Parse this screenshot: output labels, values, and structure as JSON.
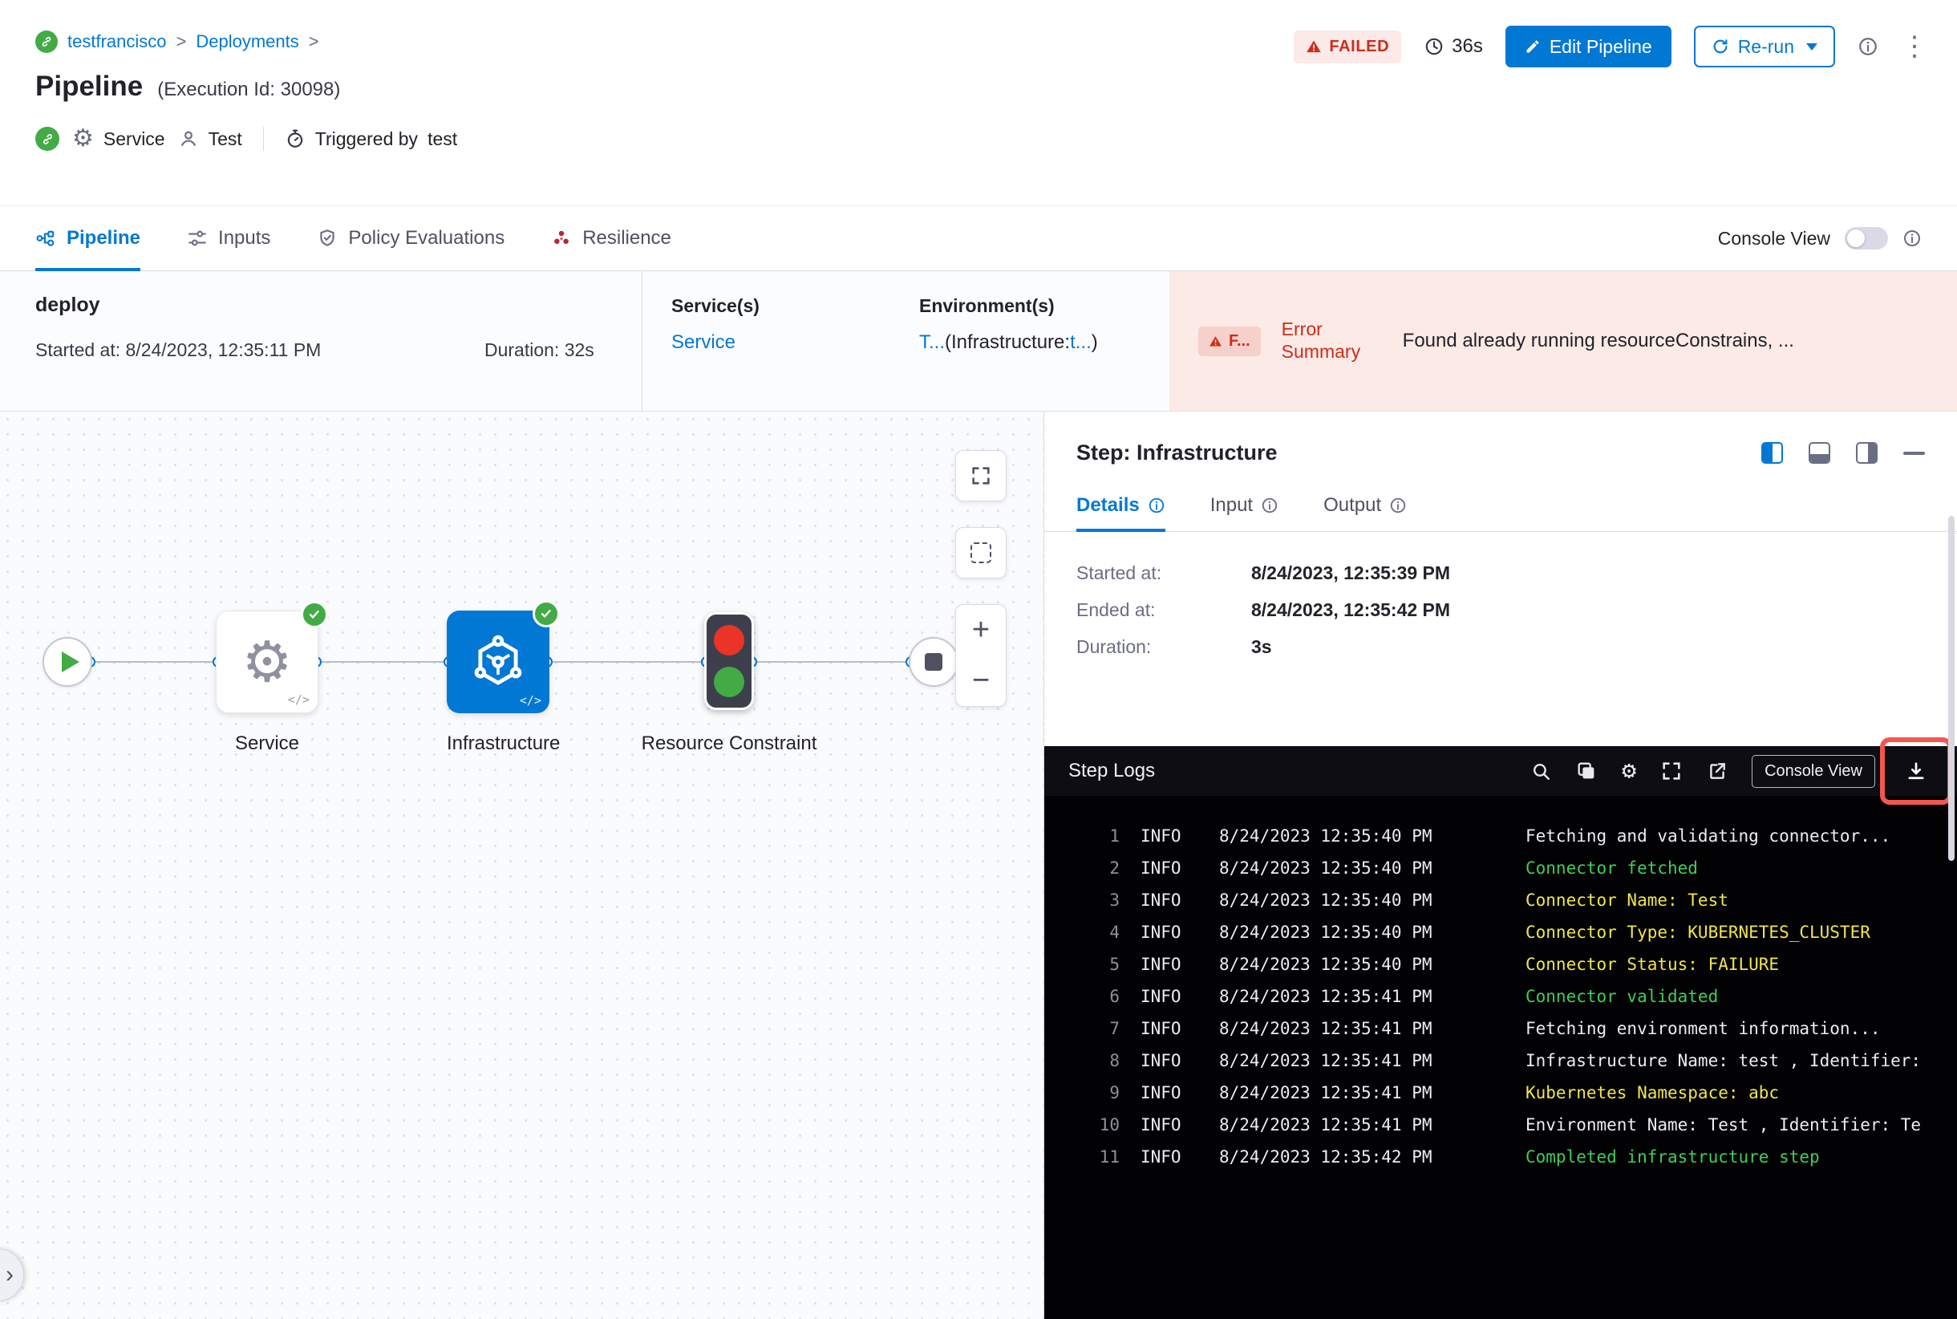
{
  "breadcrumb": {
    "project": "testfrancisco",
    "sep1": ">",
    "section": "Deployments",
    "sep2": ">"
  },
  "header": {
    "title": "Pipeline",
    "execution_id": "(Execution Id: 30098)",
    "service_label": "Service",
    "user_label": "Test",
    "triggered_label": "Triggered by",
    "triggered_value": "test",
    "status": "FAILED",
    "elapsed": "36s",
    "edit_button": "Edit Pipeline",
    "rerun_button": "Re-run"
  },
  "tabbar": {
    "tabs": [
      {
        "label": "Pipeline"
      },
      {
        "label": "Inputs"
      },
      {
        "label": "Policy Evaluations"
      },
      {
        "label": "Resilience"
      }
    ],
    "console_view": "Console View"
  },
  "summary": {
    "stage": "deploy",
    "started_label": "Started at:",
    "started_value": "8/24/2023, 12:35:11 PM",
    "duration_label": "Duration:",
    "duration_value": "32s",
    "services_label": "Service(s)",
    "services_value": "Service",
    "environments_label": "Environment(s)",
    "env_link1": "T...",
    "env_text1": "(Infrastructure:",
    "env_link2": "t...",
    "env_text2": ")",
    "error_badge": "F...",
    "error_label": "Error Summary",
    "error_text": "Found already running resourceConstrains, ..."
  },
  "graph": {
    "service_label": "Service",
    "infrastructure_label": "Infrastructure",
    "resource_label": "Resource Constraint"
  },
  "step_panel": {
    "title": "Step: Infrastructure",
    "tab_details": "Details",
    "tab_input": "Input",
    "tab_output": "Output",
    "details": [
      {
        "label": "Started at:",
        "value": "8/24/2023, 12:35:39 PM"
      },
      {
        "label": "Ended at:",
        "value": "8/24/2023, 12:35:42 PM"
      },
      {
        "label": "Duration:",
        "value": "3s"
      }
    ]
  },
  "logs": {
    "title": "Step Logs",
    "console_view": "Console View",
    "lines": [
      {
        "num": "1",
        "level": "INFO",
        "time": "8/24/2023 12:35:40 PM",
        "msg": "Fetching and validating connector...",
        "color": "white"
      },
      {
        "num": "2",
        "level": "INFO",
        "time": "8/24/2023 12:35:40 PM",
        "msg": "Connector fetched",
        "color": "green"
      },
      {
        "num": "3",
        "level": "INFO",
        "time": "8/24/2023 12:35:40 PM",
        "msg": "Connector Name: Test",
        "color": "yellow"
      },
      {
        "num": "4",
        "level": "INFO",
        "time": "8/24/2023 12:35:40 PM",
        "msg": "Connector Type: KUBERNETES_CLUSTER",
        "color": "yellow"
      },
      {
        "num": "5",
        "level": "INFO",
        "time": "8/24/2023 12:35:40 PM",
        "msg": "Connector Status: FAILURE",
        "color": "yellow"
      },
      {
        "num": "6",
        "level": "INFO",
        "time": "8/24/2023 12:35:41 PM",
        "msg": "Connector validated",
        "color": "green"
      },
      {
        "num": "7",
        "level": "INFO",
        "time": "8/24/2023 12:35:41 PM",
        "msg": "Fetching environment information...",
        "color": "white"
      },
      {
        "num": "8",
        "level": "INFO",
        "time": "8/24/2023 12:35:41 PM",
        "msg": "Infrastructure Name: test , Identifier:",
        "color": "white"
      },
      {
        "num": "9",
        "level": "INFO",
        "time": "8/24/2023 12:35:41 PM",
        "msg": "Kubernetes Namespace: abc",
        "color": "yellow"
      },
      {
        "num": "10",
        "level": "INFO",
        "time": "8/24/2023 12:35:41 PM",
        "msg": "Environment Name: Test , Identifier: Te",
        "color": "white"
      },
      {
        "num": "11",
        "level": "INFO",
        "time": "8/24/2023 12:35:42 PM",
        "msg": "Completed infrastructure step",
        "color": "green"
      }
    ]
  },
  "colors": {
    "accent": "#0278d5",
    "error": "#cf2c19",
    "success": "#42ab45",
    "log_green": "#3ecf55",
    "log_yellow": "#f2e54a"
  }
}
